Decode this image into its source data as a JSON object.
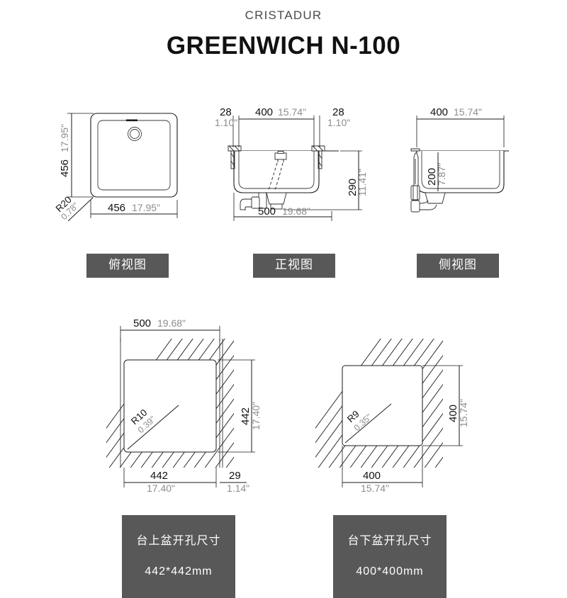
{
  "header": {
    "brand": "CRISTADUR",
    "model": "GREENWICH N-100"
  },
  "views": [
    {
      "id": "top-view",
      "label": "俯视图",
      "dimensions": {
        "width_mm": "456",
        "width_in": "17.95\"",
        "height_mm": "456",
        "height_in": "17.95\"",
        "radius_mm": "R20",
        "radius_in": "0.78\""
      }
    },
    {
      "id": "front-view",
      "label": "正视图",
      "dimensions": {
        "ledge_left_mm": "28",
        "ledge_left_in": "1.10\"",
        "inner_width_mm": "400",
        "inner_width_in": "15.74\"",
        "ledge_right_mm": "28",
        "ledge_right_in": "1.10\"",
        "total_height_mm": "290",
        "total_height_in": "11.41\"",
        "total_width_mm": "500",
        "total_width_in": "19.68\""
      }
    },
    {
      "id": "side-view",
      "label": "侧视图",
      "dimensions": {
        "width_mm": "400",
        "width_in": "15.74\"",
        "depth_mm": "200",
        "depth_in": "7.87\""
      }
    }
  ],
  "cutouts": [
    {
      "id": "topmount-cutout",
      "caption_line1": "台上盆开孔尺寸",
      "caption_line2": "442*442mm",
      "dimensions": {
        "overall_mm": "500",
        "overall_in": "19.68\"",
        "cut_width_mm": "442",
        "cut_width_in": "17.40\"",
        "cut_height_mm": "442",
        "cut_height_in": "17.40\"",
        "offset_mm": "29",
        "offset_in": "1.14\"",
        "radius_mm": "R10",
        "radius_in": "0.39\""
      }
    },
    {
      "id": "undermount-cutout",
      "caption_line1": "台下盆开孔尺寸",
      "caption_line2": "400*400mm",
      "dimensions": {
        "cut_width_mm": "400",
        "cut_width_in": "15.74\"",
        "cut_height_mm": "400",
        "cut_height_in": "15.74\"",
        "radius_mm": "R9",
        "radius_in": "0.35\""
      }
    }
  ],
  "colors": {
    "background": "#ffffff",
    "line": "#1a1a1a",
    "mm_text": "#111111",
    "inch_text": "#8d8d8d",
    "badge_bg": "#585858",
    "badge_text": "#ffffff"
  }
}
